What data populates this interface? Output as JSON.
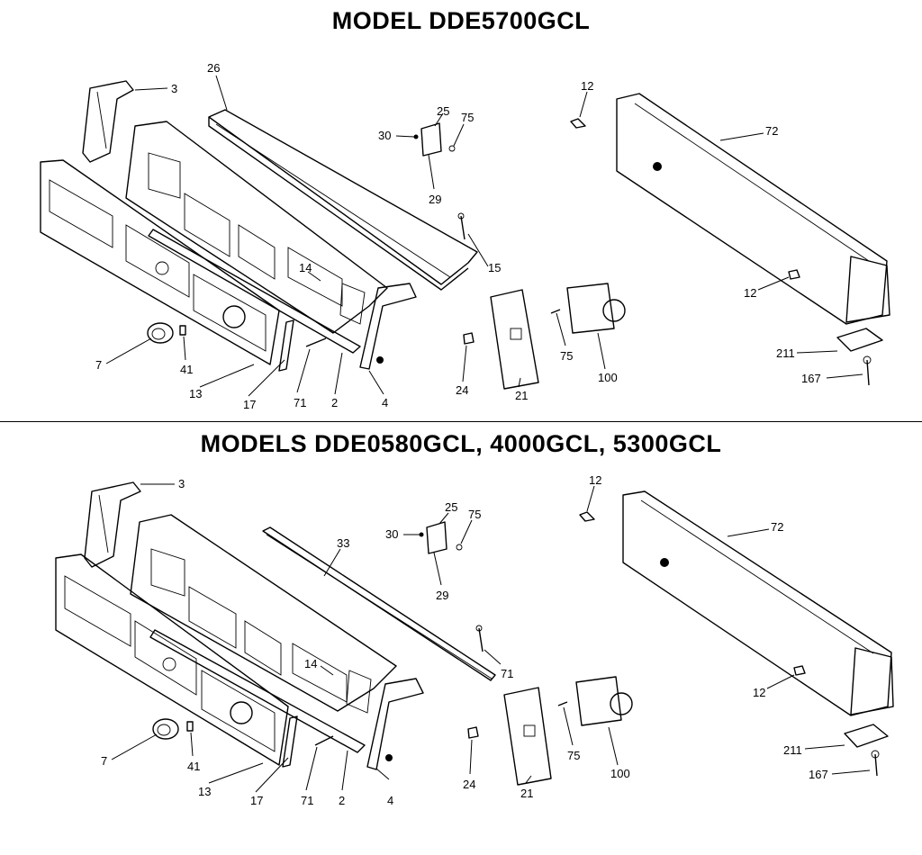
{
  "sections": [
    {
      "title": "MODEL DDE5700GCL",
      "callouts": {
        "c3": "3",
        "c26": "26",
        "c25": "25",
        "c75a": "75",
        "c30": "30",
        "c29": "29",
        "c12a": "12",
        "c72": "72",
        "c15": "15",
        "c14": "14",
        "c12b": "12",
        "c7": "7",
        "c41": "41",
        "c13": "13",
        "c17": "17",
        "c71": "71",
        "c2": "2",
        "c4": "4",
        "c24": "24",
        "c21": "21",
        "c75b": "75",
        "c100": "100",
        "c211": "211",
        "c167": "167"
      }
    },
    {
      "title": "MODELS DDE0580GCL, 4000GCL, 5300GCL",
      "callouts": {
        "c3": "3",
        "c33": "33",
        "c25": "25",
        "c75a": "75",
        "c30": "30",
        "c29": "29",
        "c12a": "12",
        "c72": "72",
        "c71a": "71",
        "c14": "14",
        "c12b": "12",
        "c7": "7",
        "c41": "41",
        "c13": "13",
        "c17": "17",
        "c71b": "71",
        "c2": "2",
        "c4": "4",
        "c24": "24",
        "c21": "21",
        "c75b": "75",
        "c100": "100",
        "c211": "211",
        "c167": "167"
      }
    }
  ]
}
